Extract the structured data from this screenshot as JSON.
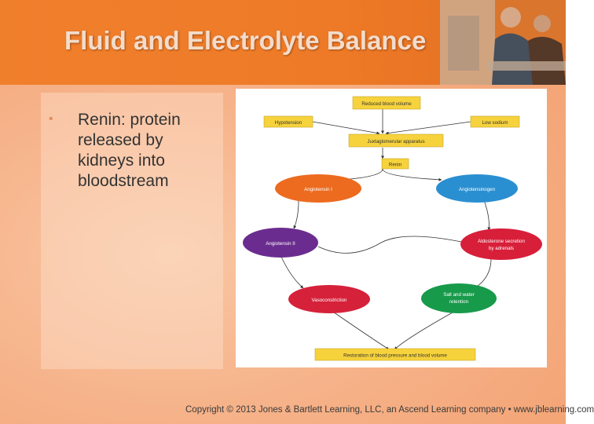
{
  "slide": {
    "title": "Fluid and Electrolyte Balance",
    "bullet": "Renin: protein released by kidneys into bloodstream",
    "footer": "Copyright © 2013 Jones & Bartlett Learning, LLC, an Ascend Learning company • www.jblearning.com"
  },
  "diagram": {
    "boxes": {
      "reduced": "Reduced blood volume",
      "hypotension": "Hypotension",
      "low_sodium": "Low sodium",
      "juxta": "Juxtaglomerular apparatus",
      "renin": "Renin",
      "restoration": "Restoration of blood pressure and blood volume"
    },
    "ellipses": {
      "angiotensin1": "Angiotensin I",
      "angiotensinogen": "Angiotensinogen",
      "angiotensin2": "Angiotensin II",
      "aldosterone_1": "Aldosterone secretion",
      "aldosterone_2": "by adrenals",
      "vasoconstriction": "Vasoconstriction",
      "salt_1": "Salt and water",
      "salt_2": "retention"
    },
    "colors": {
      "box_fill": "#f6d23c",
      "angiotensin1": "#ec6b1f",
      "angiotensinogen": "#2a8fd0",
      "angiotensin2": "#6a2d8f",
      "aldosterone": "#d81f3a",
      "vasoconstriction": "#d6213a",
      "salt": "#189a4b"
    }
  }
}
